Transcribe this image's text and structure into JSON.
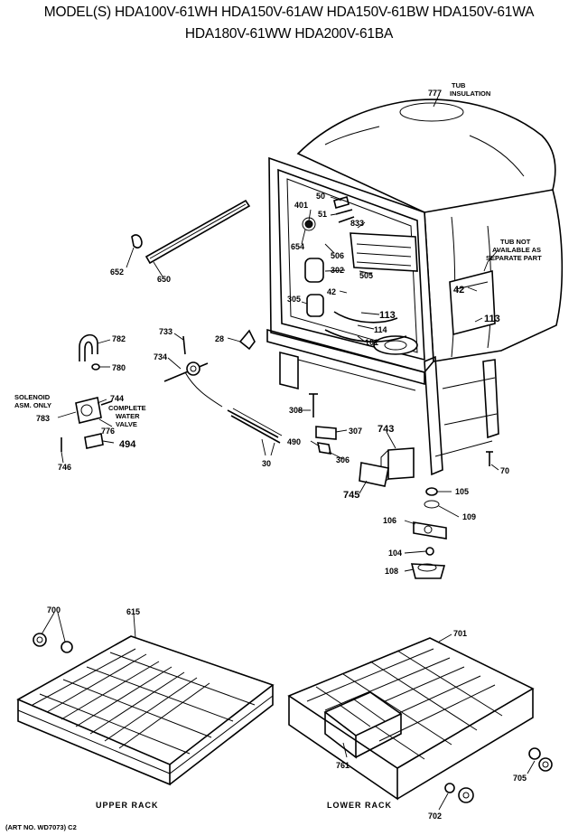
{
  "header": {
    "line1": "MODEL(S) HDA100V-61WH  HDA150V-61AW  HDA150V-61BW  HDA150V-61WA",
    "line2": "HDA180V-61WW  HDA200V-61BA"
  },
  "notes": {
    "tub_insulation_1": "TUB",
    "tub_insulation_2": "INSULATION",
    "tub_na_1": "TUB NOT",
    "tub_na_2": "AVAILABLE AS",
    "tub_na_3": "SEPARATE PART",
    "solenoid_1": "SOLENOID",
    "solenoid_2": "ASM. ONLY",
    "valve_1": "COMPLETE",
    "valve_2": "WATER",
    "valve_3": "VALVE"
  },
  "parts": {
    "p777": "777",
    "p50": "50",
    "p401": "401",
    "p51": "51",
    "p833": "833",
    "p654": "654",
    "p506": "506",
    "p302": "302",
    "p505": "505",
    "p42a": "42",
    "p305": "305",
    "p113a": "113",
    "p114": "114",
    "p101": "101",
    "p42b": "42",
    "p113b": "113",
    "p652": "652",
    "p650": "650",
    "p782": "782",
    "p780": "780",
    "p733": "733",
    "p28": "28",
    "p734": "734",
    "p744": "744",
    "p783": "783",
    "p776": "776",
    "p494": "494",
    "p746": "746",
    "p30": "30",
    "p308": "308",
    "p307": "307",
    "p490": "490",
    "p306": "306",
    "p743": "743",
    "p745": "745",
    "p70": "70",
    "p105": "105",
    "p109": "109",
    "p106": "106",
    "p104": "104",
    "p108": "108",
    "p700": "700",
    "p615": "615",
    "p701": "701",
    "p761": "761",
    "p705": "705",
    "p702": "702"
  },
  "captions": {
    "upper_rack": "UPPER RACK",
    "lower_rack": "LOWER RACK",
    "art_no": "(ART NO. WD7073) C2"
  }
}
